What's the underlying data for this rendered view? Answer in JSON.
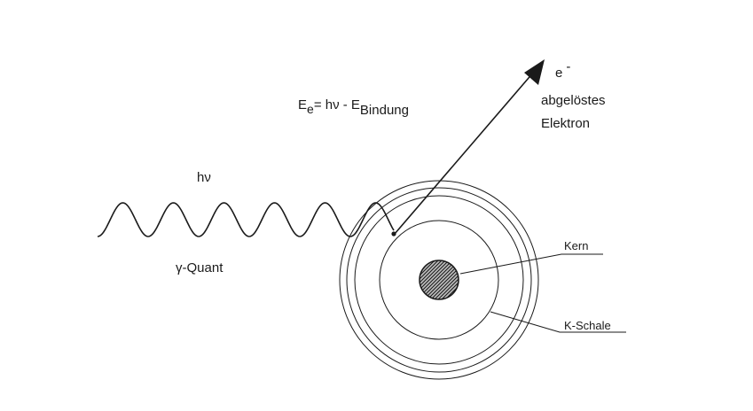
{
  "labels": {
    "energy_eq_main": "E",
    "energy_eq_sub_e": "e",
    "energy_eq_mid": "= hν - E",
    "energy_eq_sub_binding": "Bindung",
    "photon_energy": "hν",
    "gamma_quant": "γ-Quant",
    "electron_symbol": "e",
    "electron_charge": "-",
    "electron_line1": "abgelöstes",
    "electron_line2": "Elektron",
    "nucleus": "Kern",
    "shell": "K-Schale"
  },
  "colors": {
    "ink": "#1a1a1a",
    "nucleus_fill": "#3a3a3a",
    "background": "#ffffff"
  }
}
